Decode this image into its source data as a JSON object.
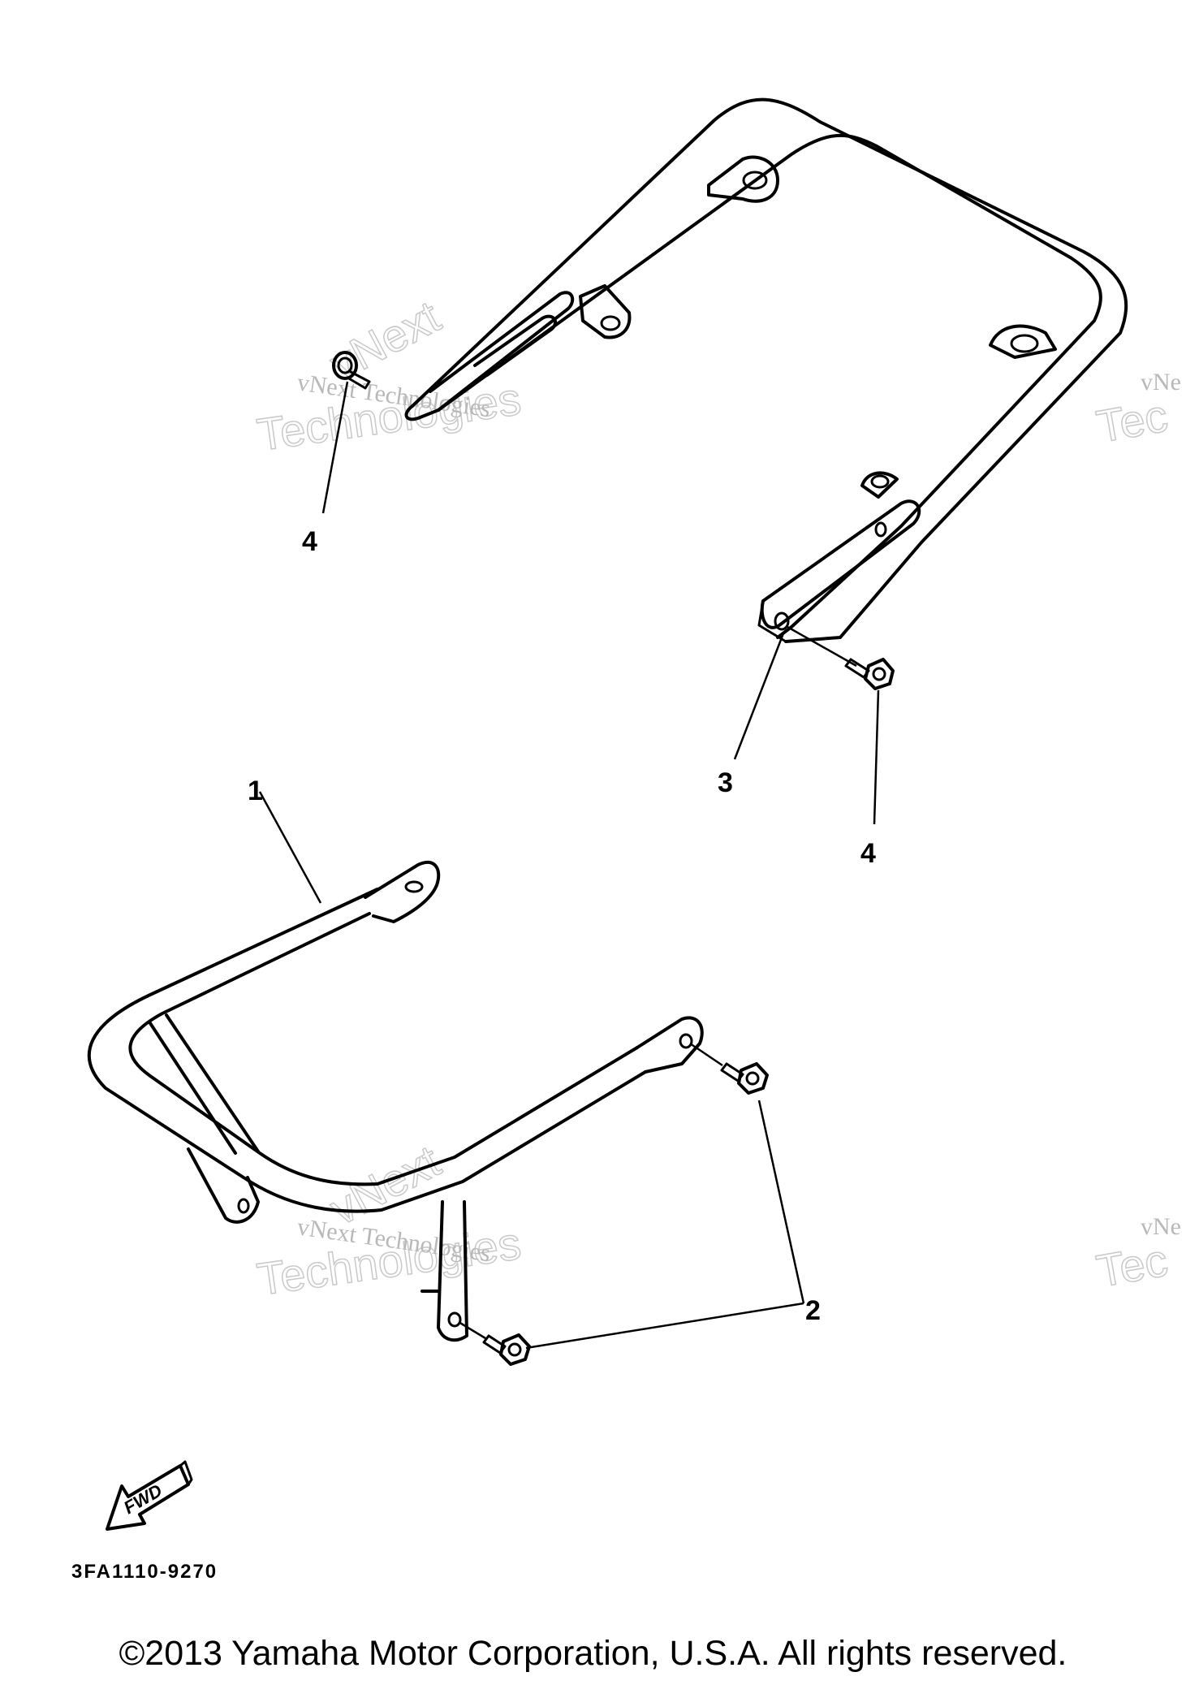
{
  "callouts": {
    "c1": "1",
    "c2": "2",
    "c3": "3",
    "c4a": "4",
    "c4b": "4"
  },
  "fwd_label": "FWD",
  "part_code": "3FA1110-9270",
  "watermarks": {
    "line1": "vNext Technologies",
    "line2": "vNext",
    "line3": "Technologies",
    "edge1": "vNe",
    "edge2": "Tec"
  },
  "copyright": "©2013 Yamaha Motor Corporation, U.S.A. All rights reserved."
}
